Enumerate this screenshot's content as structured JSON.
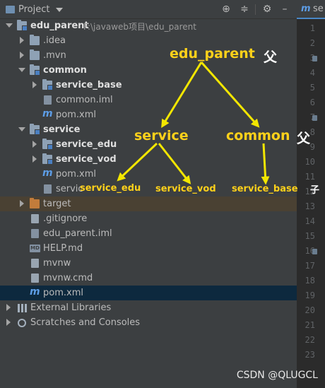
{
  "header": {
    "title": "Project",
    "icons": [
      "target-icon",
      "collapse-icon",
      "gear-icon",
      "minimize-icon"
    ]
  },
  "editor": {
    "tab_label": "se",
    "line_numbers": [
      "1",
      "2",
      "3",
      "4",
      "5",
      "6",
      "7",
      "8",
      "9",
      "10",
      "11",
      "12",
      "13",
      "14",
      "15",
      "16",
      "17",
      "18",
      "19",
      "20",
      "21",
      "22",
      "23"
    ]
  },
  "tree": {
    "root_name": "edu_parent",
    "root_path": "F:\\javaweb项目\\edu_parent",
    "idea": ".idea",
    "mvn": ".mvn",
    "common": "common",
    "service_base": "service_base",
    "common_iml": "common.iml",
    "common_pom": "pom.xml",
    "service": "service",
    "service_edu": "service_edu",
    "service_vod": "service_vod",
    "service_pom": "pom.xml",
    "service_iml_partial": "servic",
    "target": "target",
    "gitignore": ".gitignore",
    "edu_parent_iml": "edu_parent.iml",
    "help_md": "HELP.md",
    "help_md_badge": "MD",
    "mvnw": "mvnw",
    "mvnw_cmd": "mvnw.cmd",
    "root_pom": "pom.xml",
    "external_libraries": "External Libraries",
    "scratches": "Scratches and Consoles"
  },
  "annotations": {
    "edu_parent": "edu_parent",
    "edu_parent_tag": "父",
    "service": "service",
    "common": "common",
    "common_tag": "父",
    "service_edu": "service_edu",
    "service_vod": "service_vod",
    "service_base": "service_base",
    "service_base_tag": "子",
    "arrow_color": "#f2e600"
  },
  "watermark": "CSDN @QLUGCL"
}
